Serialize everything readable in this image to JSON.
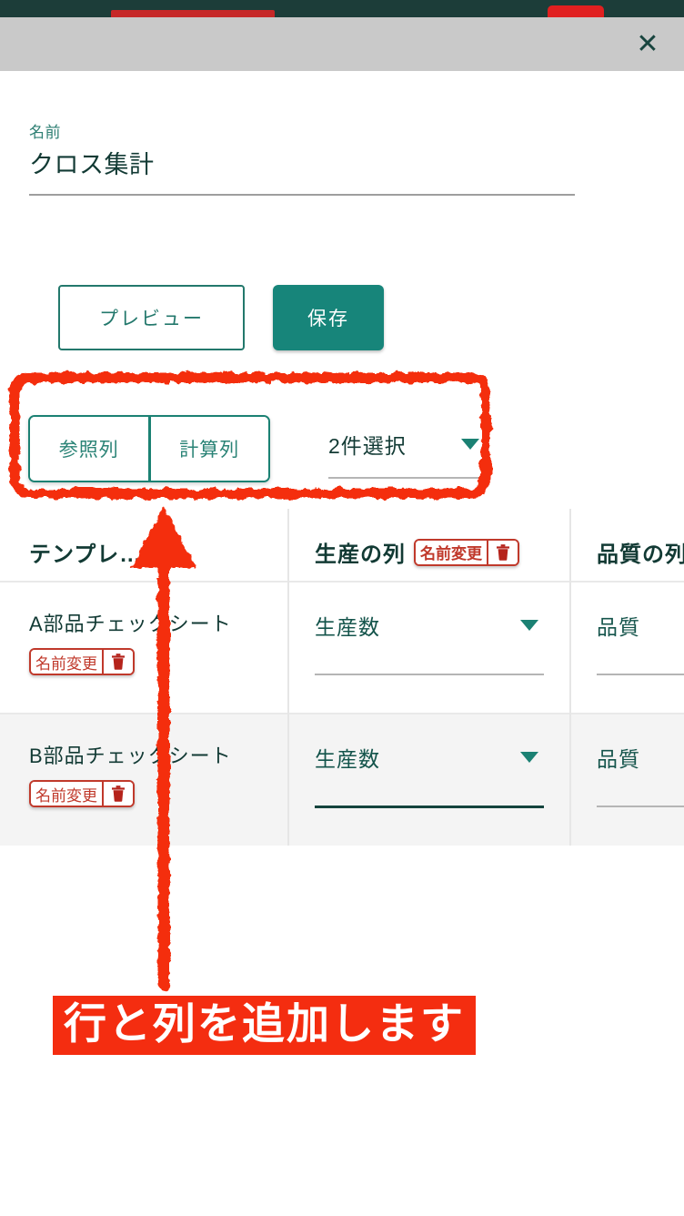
{
  "window": {
    "background_bar_color": "#1c3d39",
    "modal_titlebar_color": "#c9c9c9",
    "accent_color": "#17857a",
    "annotation_color": "#f42d10"
  },
  "titlebar": {
    "close_label": "✕"
  },
  "name_field": {
    "label": "名前",
    "value": "クロス集計",
    "placeholder": "名前"
  },
  "actions": {
    "preview_label": "プレビュー",
    "save_label": "保存"
  },
  "column_controls": {
    "toggle": [
      {
        "label": "参照列",
        "selected": true
      },
      {
        "label": "計算列",
        "selected": false
      }
    ],
    "select": {
      "value": "2件選択",
      "caret": "chevron-down-icon"
    }
  },
  "table": {
    "headers": [
      {
        "label": "テンプレ…",
        "has_badge": false
      },
      {
        "label": "生産の列",
        "has_badge": true
      },
      {
        "label": "品質の列",
        "has_badge": false
      }
    ],
    "badge": {
      "rename_label": "名前変更",
      "delete_icon": "trash-icon"
    },
    "rows": [
      {
        "template": "A部品チェックシート",
        "cells": [
          {
            "value": "生産数",
            "focused": false
          },
          {
            "value": "品質",
            "focused": false
          }
        ]
      },
      {
        "template": "B部品チェックシート",
        "cells": [
          {
            "value": "生産数",
            "focused": true
          },
          {
            "value": "品質",
            "focused": false
          }
        ]
      }
    ]
  },
  "annotations": {
    "banner_text": "行と列を追加します",
    "highlight_box": "red-rough-rectangle",
    "arrow": "red-up-arrow"
  }
}
